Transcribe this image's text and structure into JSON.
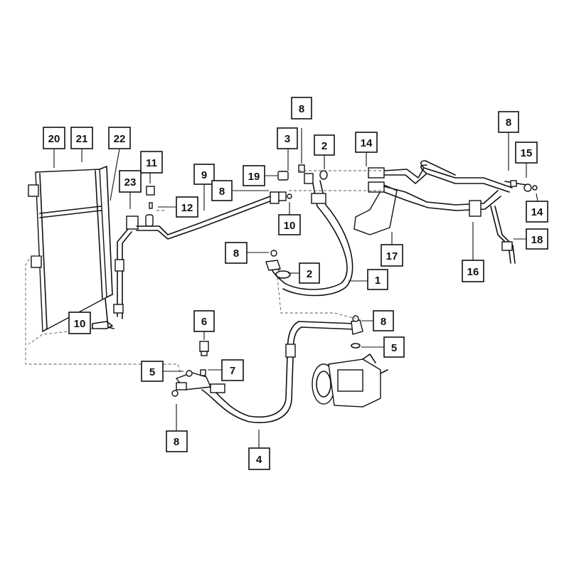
{
  "diagram": {
    "callouts": [
      {
        "id": "c20a",
        "label": "20"
      },
      {
        "id": "c21",
        "label": "21"
      },
      {
        "id": "c22",
        "label": "22"
      },
      {
        "id": "c11",
        "label": "11"
      },
      {
        "id": "c23",
        "label": "23"
      },
      {
        "id": "c12",
        "label": "12"
      },
      {
        "id": "c9",
        "label": "9"
      },
      {
        "id": "c8a",
        "label": "8"
      },
      {
        "id": "c19",
        "label": "19"
      },
      {
        "id": "c3",
        "label": "3"
      },
      {
        "id": "c8b",
        "label": "8"
      },
      {
        "id": "c2a",
        "label": "2"
      },
      {
        "id": "c10a",
        "label": "10"
      },
      {
        "id": "c14a",
        "label": "14"
      },
      {
        "id": "c8c",
        "label": "8"
      },
      {
        "id": "c15",
        "label": "15"
      },
      {
        "id": "c14b",
        "label": "14"
      },
      {
        "id": "c18",
        "label": "18"
      },
      {
        "id": "c16",
        "label": "16"
      },
      {
        "id": "c17",
        "label": "17"
      },
      {
        "id": "c1",
        "label": "1"
      },
      {
        "id": "c2b",
        "label": "2"
      },
      {
        "id": "c8d",
        "label": "8"
      },
      {
        "id": "c10b",
        "label": "10"
      },
      {
        "id": "c6",
        "label": "6"
      },
      {
        "id": "c8e",
        "label": "8"
      },
      {
        "id": "c5a",
        "label": "5"
      },
      {
        "id": "c5b",
        "label": "5"
      },
      {
        "id": "c7",
        "label": "7"
      },
      {
        "id": "c8f",
        "label": "8"
      },
      {
        "id": "c4",
        "label": "4"
      }
    ]
  }
}
